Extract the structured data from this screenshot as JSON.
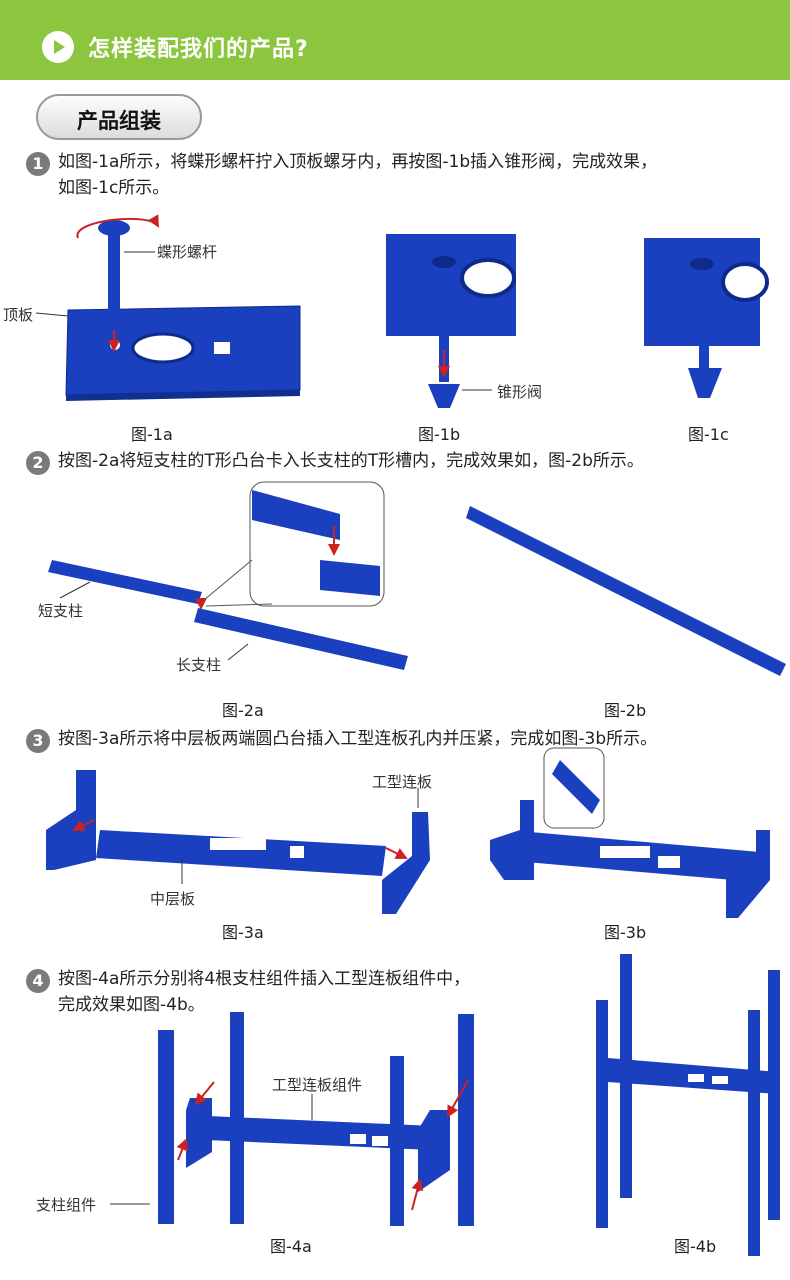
{
  "header": {
    "title": "怎样装配我们的产品?"
  },
  "section_pill": "产品组装",
  "steps": [
    {
      "num": "1",
      "text_line1": "如图-1a所示，将蝶形螺杆拧入顶板螺牙内，再按图-1b插入锥形阀，完成效果，",
      "text_line2": "如图-1c所示。"
    },
    {
      "num": "2",
      "text": "按图-2a将短支柱的T形凸台卡入长支柱的T形槽内，完成效果如，图-2b所示。"
    },
    {
      "num": "3",
      "text": "按图-3a所示将中层板两端圆凸台插入工型连板孔内并压紧，完成如图-3b所示。"
    },
    {
      "num": "4",
      "text_line1": "按图-4a所示分别将4根支柱组件插入工型连板组件中，",
      "text_line2": "完成效果如图-4b。"
    }
  ],
  "labels": {
    "butterfly_screw": "蝶形螺杆",
    "top_plate": "顶板",
    "cone_valve": "锥形阀",
    "short_post": "短支柱",
    "long_post": "长支柱",
    "i_connector": "工型连板",
    "middle_plate": "中层板",
    "i_connector_assembly": "工型连板组件",
    "post_assembly": "支柱组件"
  },
  "captions": {
    "fig1a": "图-1a",
    "fig1b": "图-1b",
    "fig1c": "图-1c",
    "fig2a": "图-2a",
    "fig2b": "图-2b",
    "fig3a": "图-3a",
    "fig3b": "图-3b",
    "fig4a": "图-4a",
    "fig4b": "图-4b"
  },
  "colors": {
    "header_green": "#8cc63f",
    "part_blue": "#1a3fbf",
    "arrow_red": "#cc2222"
  }
}
